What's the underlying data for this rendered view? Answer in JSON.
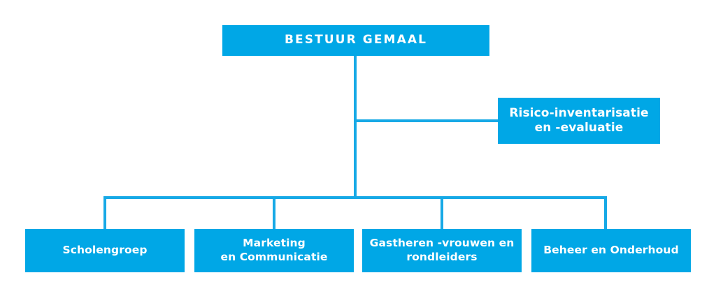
{
  "chart_data": {
    "type": "diagram",
    "title": "Organigram Bestuur Gemaal",
    "orientation": "top-down",
    "accent_color": "#00a7e6",
    "connector_color": "#17a9e6",
    "background_color": "#ffffff",
    "text_color": "#ffffff",
    "nodes": [
      {
        "id": "root",
        "label": "BESTUUR GEMAAL",
        "level": 0
      },
      {
        "id": "staff",
        "label": "Risico-inventarisatie\nen -evaluatie",
        "level": 1
      },
      {
        "id": "leaf0",
        "label": "Scholengroep",
        "level": 2
      },
      {
        "id": "leaf1",
        "label": "Marketing\nen Communicatie",
        "level": 2
      },
      {
        "id": "leaf2",
        "label": "Gastheren -vrouwen en\nrondleiders",
        "level": 2
      },
      {
        "id": "leaf3",
        "label": "Beheer en Onderhoud",
        "level": 2
      }
    ],
    "edges": [
      {
        "from": "root",
        "to": "staff",
        "style": "elbow-right"
      },
      {
        "from": "root",
        "to": "leaf0",
        "style": "orthogonal"
      },
      {
        "from": "root",
        "to": "leaf1",
        "style": "orthogonal"
      },
      {
        "from": "root",
        "to": "leaf2",
        "style": "orthogonal"
      },
      {
        "from": "root",
        "to": "leaf3",
        "style": "orthogonal"
      }
    ]
  },
  "diagram": {
    "root": {
      "label": "BESTUUR GEMAAL"
    },
    "staff": {
      "label": "Risico-inventarisatie\nen -evaluatie"
    },
    "leaves": [
      {
        "label": "Scholengroep"
      },
      {
        "label": "Marketing\nen Communicatie"
      },
      {
        "label": "Gastheren -vrouwen en\nrondleiders"
      },
      {
        "label": "Beheer en Onderhoud"
      }
    ]
  }
}
